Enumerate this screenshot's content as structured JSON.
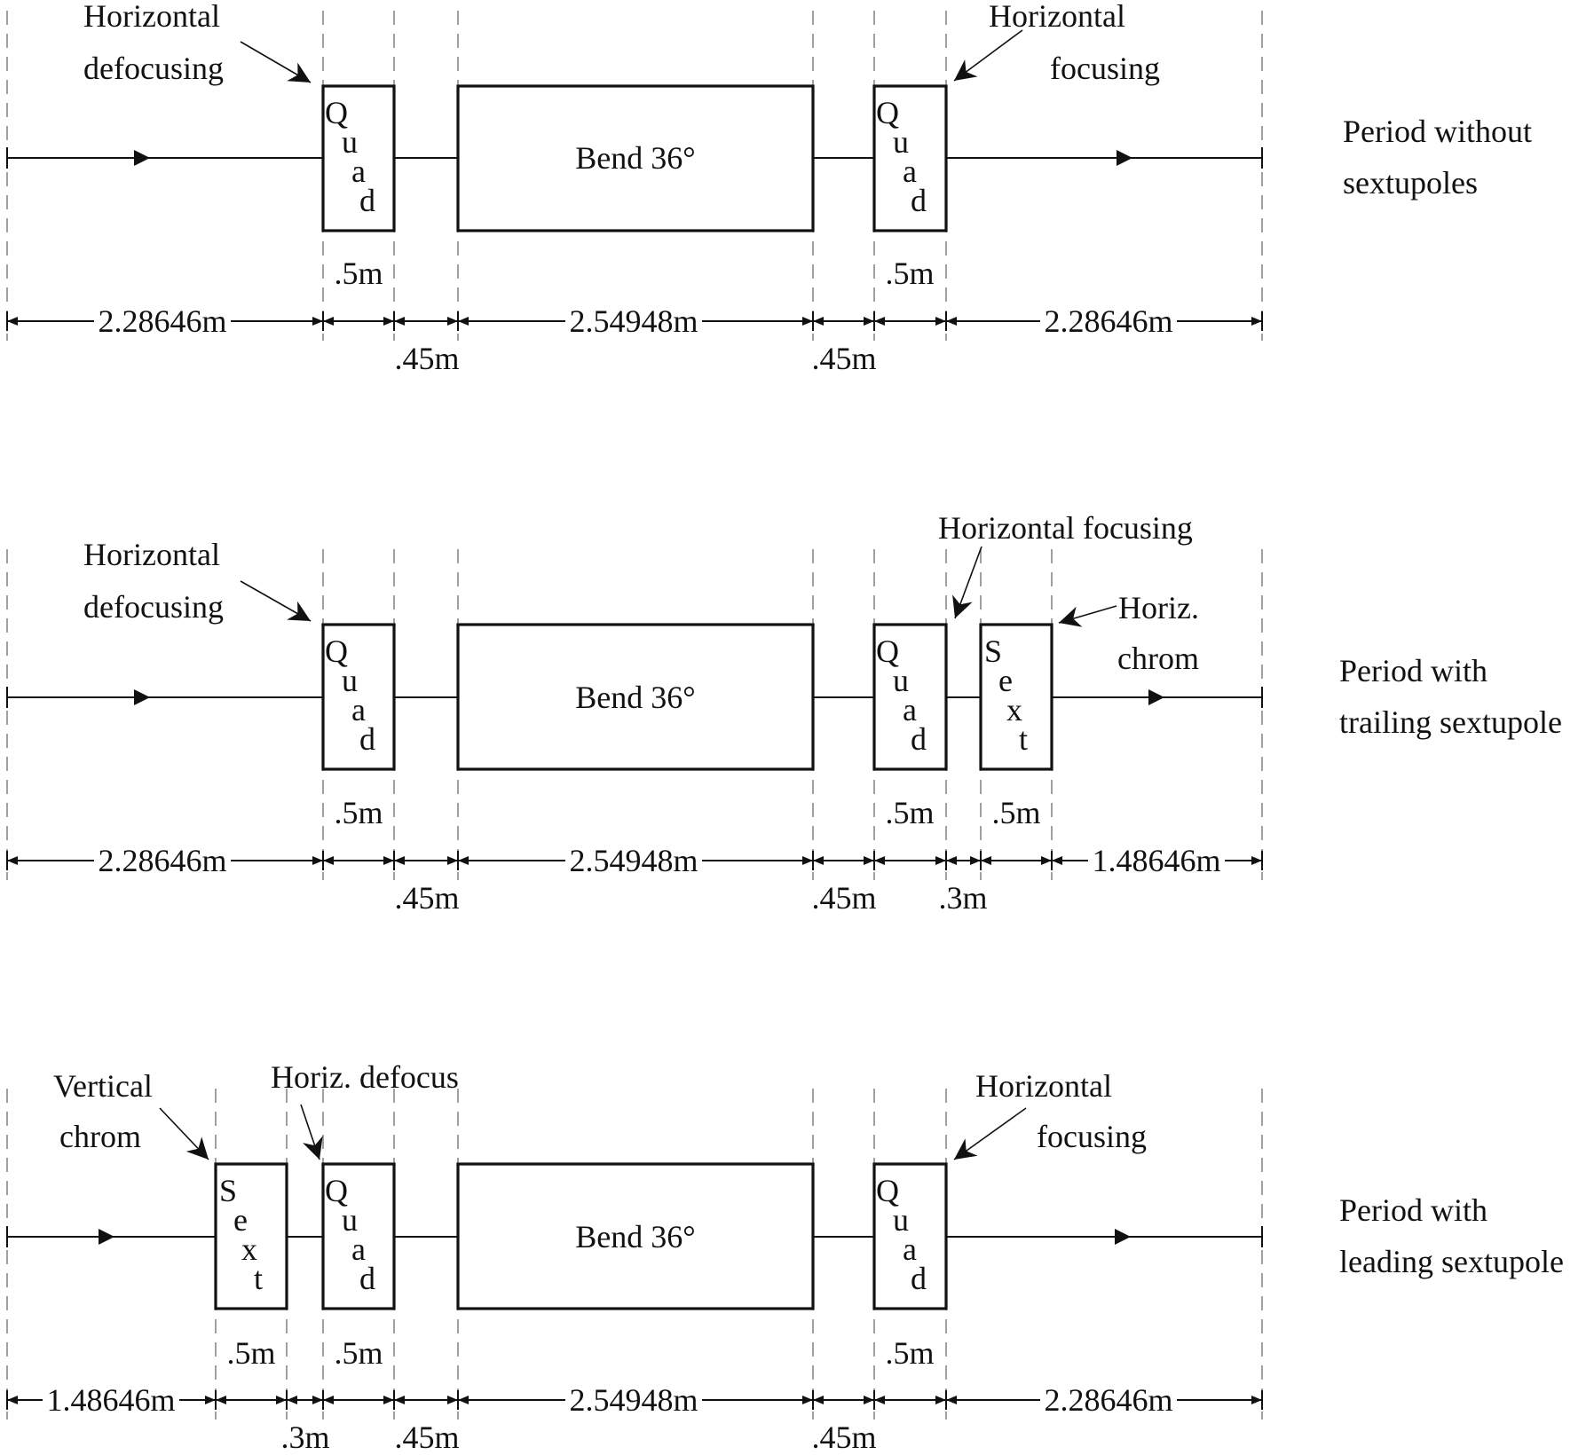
{
  "colors": {
    "ink": "#111111",
    "guide": "#777777",
    "paper": "#ffffff"
  },
  "periods": [
    {
      "title": [
        "Period without",
        "sextupoles"
      ],
      "elements": [
        {
          "kind": "quad",
          "letters": [
            "Q",
            "u",
            "a",
            "d"
          ]
        },
        {
          "kind": "bend",
          "label": "Bend 36°"
        },
        {
          "kind": "quad",
          "letters": [
            "Q",
            "u",
            "a",
            "d"
          ]
        }
      ],
      "element_lengths": [
        ".5m",
        ".5m"
      ],
      "spans": [
        "2.28646m",
        "2.54948m",
        "2.28646m"
      ],
      "drifts": [
        ".45m",
        ".45m"
      ],
      "annotations": [
        {
          "lines": [
            "Horizontal",
            "defocusing"
          ]
        },
        {
          "lines": [
            "Horizontal",
            "focusing"
          ]
        }
      ]
    },
    {
      "title": [
        "Period with",
        "trailing sextupole"
      ],
      "elements": [
        {
          "kind": "quad",
          "letters": [
            "Q",
            "u",
            "a",
            "d"
          ]
        },
        {
          "kind": "bend",
          "label": "Bend 36°"
        },
        {
          "kind": "quad",
          "letters": [
            "Q",
            "u",
            "a",
            "d"
          ]
        },
        {
          "kind": "sext",
          "letters": [
            "S",
            "e",
            "x",
            "t"
          ]
        }
      ],
      "element_lengths": [
        ".5m",
        ".5m",
        ".5m"
      ],
      "spans": [
        "2.28646m",
        "2.54948m",
        "1.48646m"
      ],
      "drifts": [
        ".45m",
        ".45m",
        ".3m"
      ],
      "annotations": [
        {
          "lines": [
            "Horizontal",
            "defocusing"
          ]
        },
        {
          "lines": [
            "Horizontal focusing"
          ]
        },
        {
          "lines": [
            "Horiz.",
            "chrom"
          ]
        }
      ]
    },
    {
      "title": [
        "Period with",
        "leading sextupole"
      ],
      "elements": [
        {
          "kind": "sext",
          "letters": [
            "S",
            "e",
            "x",
            "t"
          ]
        },
        {
          "kind": "quad",
          "letters": [
            "Q",
            "u",
            "a",
            "d"
          ]
        },
        {
          "kind": "bend",
          "label": "Bend 36°"
        },
        {
          "kind": "quad",
          "letters": [
            "Q",
            "u",
            "a",
            "d"
          ]
        }
      ],
      "element_lengths": [
        ".5m",
        ".5m",
        ".5m"
      ],
      "spans": [
        "1.48646m",
        "2.54948m",
        "2.28646m"
      ],
      "drifts": [
        ".3m",
        ".45m",
        ".45m"
      ],
      "annotations": [
        {
          "lines": [
            "Vertical",
            "chrom"
          ]
        },
        {
          "lines": [
            "Horiz. defocus"
          ]
        },
        {
          "lines": [
            "Horizontal",
            "focusing"
          ]
        }
      ]
    }
  ]
}
